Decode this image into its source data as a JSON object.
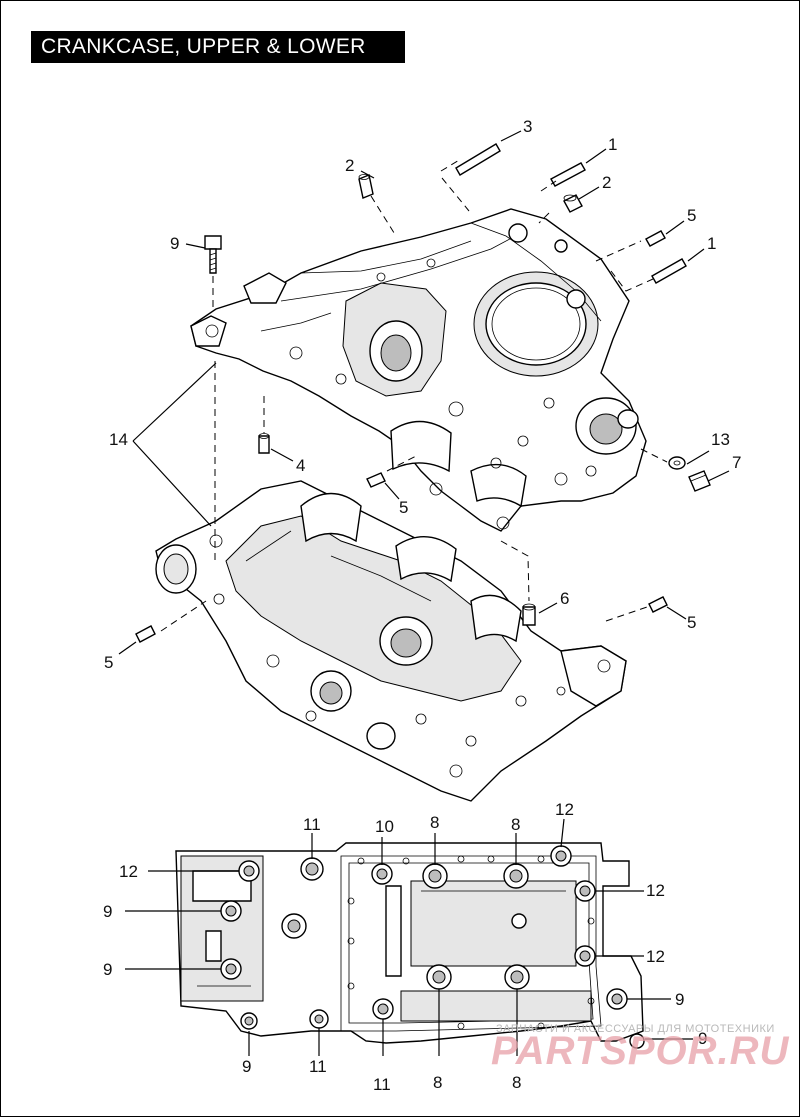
{
  "title": "CRANKCASE, UPPER & LOWER",
  "callouts": {
    "c1a": "1",
    "c1b": "1",
    "c2a": "2",
    "c2b": "2",
    "c3": "3",
    "c4": "4",
    "c5a": "5",
    "c5b": "5",
    "c5c": "5",
    "c5d": "5",
    "c6": "6",
    "c7": "7",
    "c9_top": "9",
    "c13": "13",
    "c14": "14",
    "b11_top": "11",
    "b10": "10",
    "b8_top_a": "8",
    "b8_top_b": "8",
    "b12_top": "12",
    "b12_left": "12",
    "b12_right_a": "12",
    "b12_right_b": "12",
    "b9_left_a": "9",
    "b9_left_b": "9",
    "b9_right_a": "9",
    "b9_right_b": "9",
    "b9_bottom": "9",
    "b11_bottom_a": "11",
    "b11_bottom_b": "11",
    "b8_bottom_a": "8",
    "b8_bottom_b": "8"
  },
  "watermark": {
    "small": "ЗАПЧАСТИ И АКСЕССУАРЫ ДЛЯ МОТОТЕХНИКИ",
    "large": "PARTSPOR.RU"
  }
}
